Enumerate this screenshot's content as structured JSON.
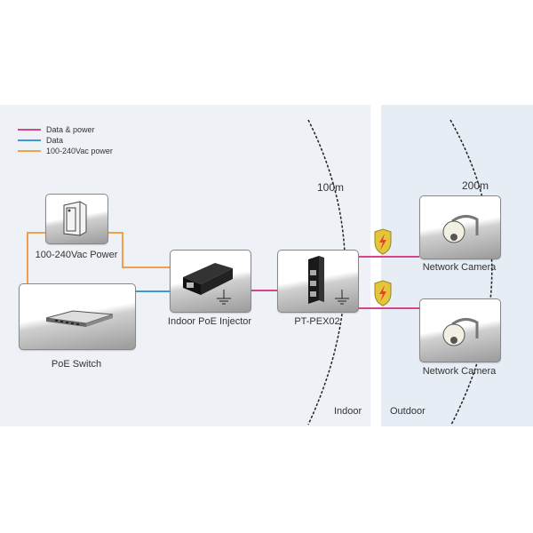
{
  "legend": [
    {
      "label": "Data & power",
      "color": "#d6448c"
    },
    {
      "label": "Data",
      "color": "#3b9bd6"
    },
    {
      "label": "100-240Vac power",
      "color": "#f0a04b"
    }
  ],
  "devices": {
    "power": {
      "label": "100-240Vac Power",
      "icon": "power-supply-icon"
    },
    "switch": {
      "label": "PoE Switch",
      "icon": "poe-switch-icon"
    },
    "injector": {
      "label": "Indoor PoE Injector",
      "icon": "poe-injector-icon"
    },
    "extender": {
      "label": "PT-PEX02",
      "icon": "poe-extender-icon"
    },
    "camera1": {
      "label": "Network Camera",
      "icon": "ptz-camera-icon"
    },
    "camera2": {
      "label": "Network Camera",
      "icon": "ptz-camera-icon"
    }
  },
  "distances": {
    "inner": "100m",
    "outer": "200m"
  },
  "zones": {
    "indoor": "Indoor",
    "outdoor": "Outdoor"
  },
  "colors": {
    "data_power": "#d6448c",
    "data": "#3b9bd6",
    "ac_power": "#f0a04b",
    "surge_shield": "#e3c63a",
    "bolt": "#e2462a"
  }
}
